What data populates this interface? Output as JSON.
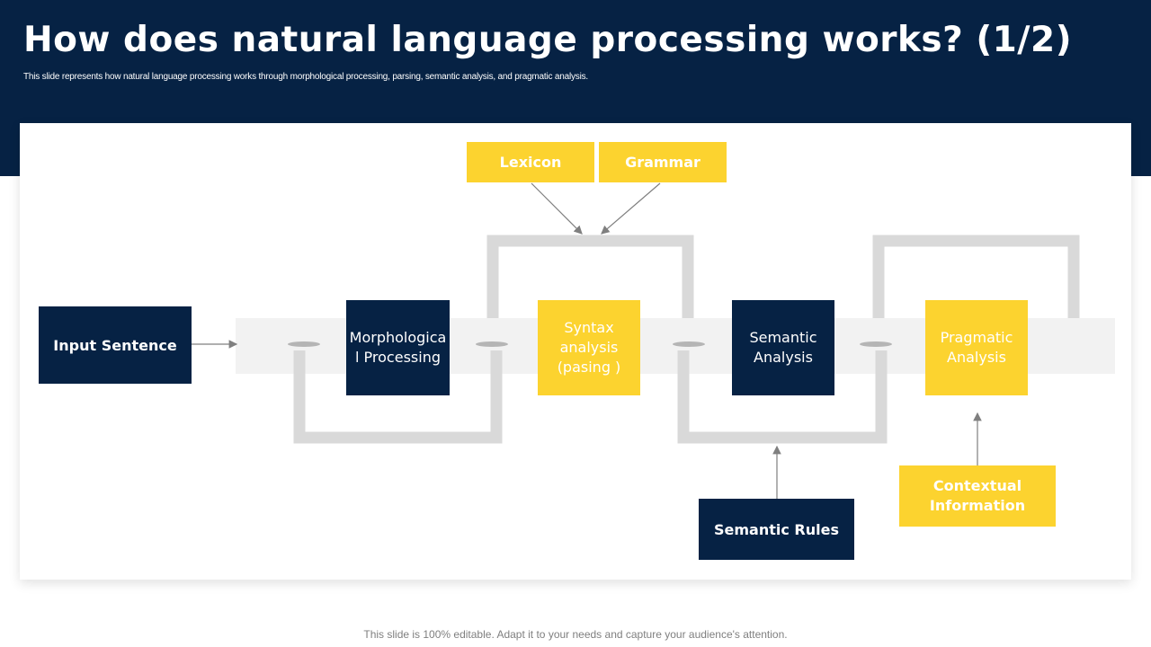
{
  "title": "How does natural language processing works? (1/2)",
  "subtitle": "This slide represents how natural language processing works through morphological processing, parsing, semantic analysis, and pragmatic analysis.",
  "diagram": {
    "input_sentence": "Input Sentence",
    "morphological": "Morphologica l Processing",
    "syntax": "Syntax analysis (pasing )",
    "semantic": "Semantic Analysis",
    "pragmatic": "Pragmatic Analysis",
    "lexicon": "Lexicon",
    "grammar": "Grammar",
    "semantic_rules": "Semantic Rules",
    "contextual": "Contextual Information"
  },
  "footer": "This slide is 100% editable. Adapt it to your needs and capture your audience's attention.",
  "colors": {
    "navy": "#062244",
    "yellow": "#fcd32f",
    "connector_gray": "#d9d9d9",
    "band_gray": "#f2f2f2"
  }
}
